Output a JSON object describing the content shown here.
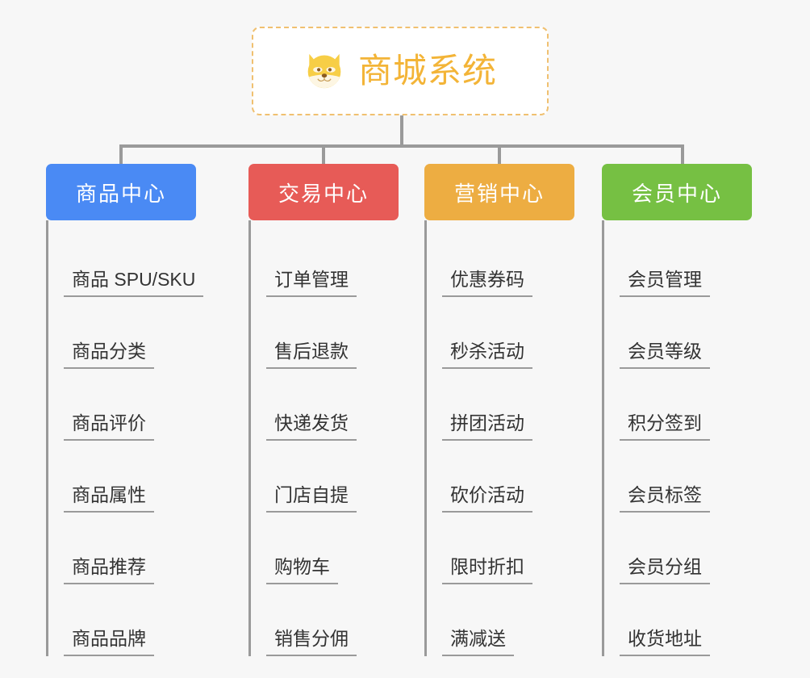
{
  "root": {
    "title": "商城系统",
    "icon": "shiba-dog-face-icon",
    "border_color": "#f0c070",
    "text_color": "#f3b437",
    "background": "#ffffff"
  },
  "canvas": {
    "background": "#f7f7f7",
    "connector_color": "#9a9a9a"
  },
  "categories": [
    {
      "label": "商品中心",
      "color": "#4a8af4",
      "items": [
        "商品 SPU/SKU",
        "商品分类",
        "商品评价",
        "商品属性",
        "商品推荐",
        "商品品牌"
      ]
    },
    {
      "label": "交易中心",
      "color": "#e75b57",
      "items": [
        "订单管理",
        "售后退款",
        "快递发货",
        "门店自提",
        "购物车",
        "销售分佣"
      ]
    },
    {
      "label": "营销中心",
      "color": "#edad42",
      "items": [
        "优惠券码",
        "秒杀活动",
        "拼团活动",
        "砍价活动",
        "限时折扣",
        "满减送"
      ]
    },
    {
      "label": "会员中心",
      "color": "#76c043",
      "items": [
        "会员管理",
        "会员等级",
        "积分签到",
        "会员标签",
        "会员分组",
        "收货地址"
      ]
    }
  ]
}
